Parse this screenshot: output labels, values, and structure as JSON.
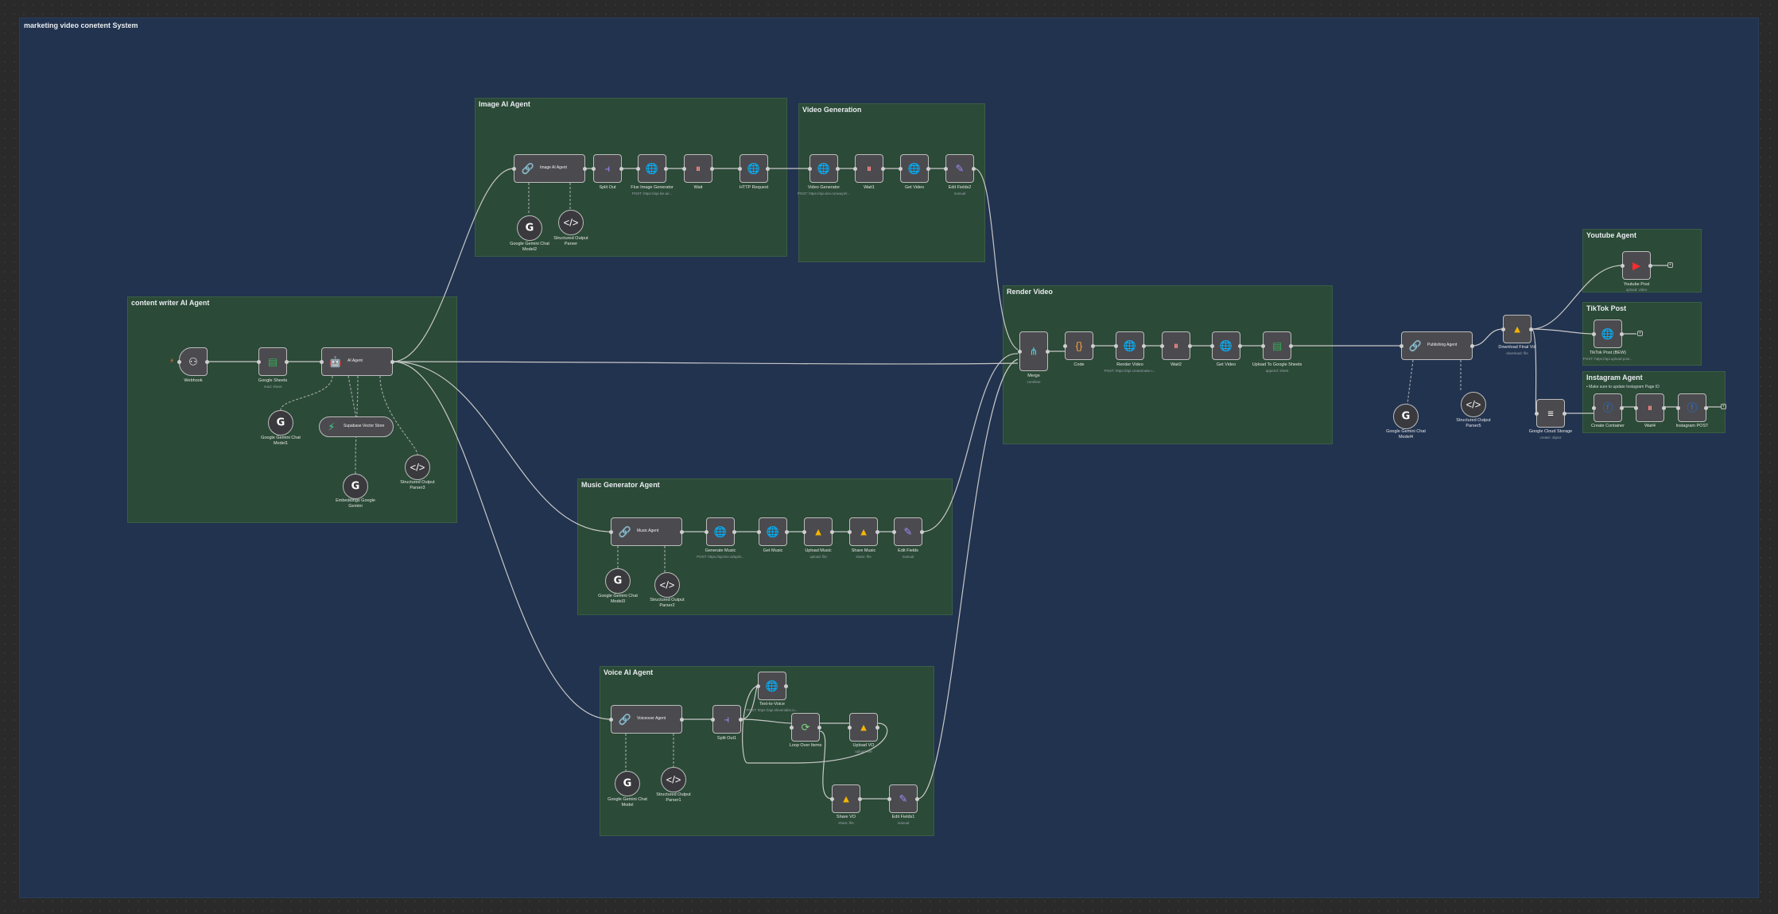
{
  "workflow": {
    "title": "marketing video conetent System"
  },
  "groups": {
    "content_writer": "content writer AI Agent",
    "image_ai": "Image AI Agent",
    "video_gen": "Video Generation",
    "render_video": "Render Video",
    "music_gen": "Music Generator Agent",
    "voice_ai": "Voice AI Agent",
    "youtube": "Youtube Agent",
    "tiktok": "TikTok Post",
    "instagram": "Instagram Agent",
    "instagram_note": "• Make sure to update Instagram Page ID"
  },
  "nodes": {
    "webhook": {
      "label": "Webhook",
      "icon": "webhook-icon"
    },
    "google_sheets": {
      "label": "Google Sheets",
      "sub": "read: sheet",
      "icon": "google-sheets-icon"
    },
    "ai_agent": {
      "label": "AI Agent",
      "icon": "robot-icon"
    },
    "gemini_model1": {
      "label": "Google Gemini Chat Model1",
      "icon": "google-icon"
    },
    "supabase_store": {
      "label": "Supabase Vector Store",
      "icon": "supabase-icon"
    },
    "embeddings_gemini": {
      "label": "Embeddings Google Gemini",
      "icon": "google-icon"
    },
    "structured_parser3": {
      "label": "Structured Output Parser3",
      "icon": "code-icon"
    },
    "image_ai_agent": {
      "label": "Image AI Agent",
      "icon": "link-icon"
    },
    "gemini_model2": {
      "label": "Google Gemini Chat Model2",
      "icon": "google-icon"
    },
    "structured_parser": {
      "label": "Structured Output Parser",
      "icon": "code-icon"
    },
    "split_out": {
      "label": "Split Out",
      "icon": "split-icon"
    },
    "flux_image": {
      "label": "Flux Image Generator",
      "sub": "POST: https://api.kie.ai/...",
      "icon": "globe-icon"
    },
    "wait": {
      "label": "Wait",
      "icon": "pause-icon"
    },
    "http_request": {
      "label": "HTTP Request",
      "icon": "globe-icon"
    },
    "video_generator": {
      "label": "Video Generator",
      "sub": "POST: https://api.dev.runwayml...",
      "icon": "globe-icon"
    },
    "wait1": {
      "label": "Wait1",
      "icon": "pause-icon"
    },
    "get_video1": {
      "label": "Get Video",
      "icon": "globe-icon"
    },
    "edit_fields2": {
      "label": "Edit Fields2",
      "sub": "manual",
      "icon": "pencil-icon"
    },
    "merge": {
      "label": "Merge",
      "sub": "combine",
      "icon": "merge-icon"
    },
    "code": {
      "label": "Code",
      "icon": "braces-icon"
    },
    "render_video": {
      "label": "Render Video",
      "sub": "POST: https://api.creatomate.c...",
      "icon": "globe-icon"
    },
    "wait2": {
      "label": "Wait2",
      "icon": "pause-icon"
    },
    "get_video2": {
      "label": "Get Video",
      "icon": "globe-icon"
    },
    "upload_sheets": {
      "label": "Upload To Google Sheets",
      "sub": "append: sheet",
      "icon": "google-sheets-icon"
    },
    "publishing_agent": {
      "label": "Publishing Agent",
      "icon": "link-icon"
    },
    "gemini_model4": {
      "label": "Google Gemini Chat Model4",
      "icon": "google-icon"
    },
    "structured_parser5": {
      "label": "Structured Output Parser5",
      "icon": "code-icon"
    },
    "download_final": {
      "label": "Download Final Vid",
      "sub": "download: file",
      "icon": "google-drive-icon"
    },
    "gcs": {
      "label": "Google Cloud Storage",
      "sub": "create: object",
      "icon": "storage-icon"
    },
    "youtube_post": {
      "label": "Youtube Post",
      "sub": "upload: video",
      "icon": "youtube-icon"
    },
    "tiktok_post": {
      "label": "TikTok Post (BEW)",
      "sub": "POST: https://api.upload-post...",
      "icon": "globe-icon"
    },
    "create_container": {
      "label": "Create Container",
      "icon": "facebook-icon"
    },
    "wait4": {
      "label": "Wait4",
      "icon": "pause-icon"
    },
    "instagram_post": {
      "label": "Instagram POST",
      "icon": "facebook-icon"
    },
    "music_agent": {
      "label": "Music Agent",
      "icon": "link-icon"
    },
    "gemini_model3": {
      "label": "Google Gemini Chat Model3",
      "icon": "google-icon"
    },
    "structured_parser2": {
      "label": "Structured Output Parser2",
      "icon": "code-icon"
    },
    "generate_music": {
      "label": "Generate Music",
      "sub": "POST: https://api.kie.ai/api/v...",
      "icon": "globe-icon"
    },
    "get_music": {
      "label": "Get Music",
      "icon": "globe-icon"
    },
    "upload_music": {
      "label": "Upload Music",
      "sub": "upload: file",
      "icon": "google-drive-icon"
    },
    "share_music": {
      "label": "Share Music",
      "sub": "share: file",
      "icon": "google-drive-icon"
    },
    "edit_fields": {
      "label": "Edit Fields",
      "sub": "manual",
      "icon": "pencil-icon"
    },
    "voiceover_agent": {
      "label": "Voiceover Agent",
      "icon": "link-icon"
    },
    "gemini_model": {
      "label": "Google Gemini Chat Model",
      "icon": "google-icon"
    },
    "structured_parser1": {
      "label": "Structured Output Parser1",
      "icon": "code-icon"
    },
    "split_out1": {
      "label": "Split Out1",
      "icon": "split-icon"
    },
    "text_to_voice": {
      "label": "Text-to-Voice",
      "sub": "POST: https://api.elevenlabs.io...",
      "icon": "globe-icon"
    },
    "loop_over": {
      "label": "Loop Over Items",
      "icon": "loop-icon"
    },
    "upload_vo": {
      "label": "Upload VO",
      "sub": "upload: file",
      "icon": "google-drive-icon"
    },
    "share_vo": {
      "label": "Share VO",
      "sub": "share: file",
      "icon": "google-drive-icon"
    },
    "edit_fields1": {
      "label": "Edit Fields1",
      "sub": "manual",
      "icon": "pencil-icon"
    }
  },
  "colors": {
    "canvas": "#2a2a2a",
    "main_sticky": "#22334f",
    "group_sticky": "#2b4a37",
    "node": "#4b4b4f",
    "wire": "#c8c8c8"
  }
}
